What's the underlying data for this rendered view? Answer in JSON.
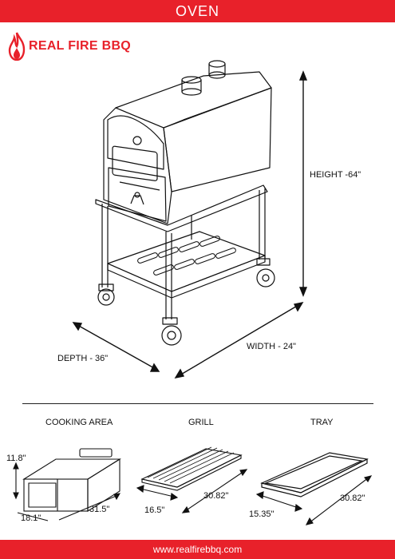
{
  "header": {
    "title": "OVEN"
  },
  "brand": {
    "name": "REAL FIRE BBQ",
    "accent_color": "#e8212a"
  },
  "oven_dimensions": {
    "height": "HEIGHT -64\"",
    "width": "WIDTH - 24\"",
    "depth": "DEPTH - 36\""
  },
  "sections": {
    "cooking_area": {
      "title": "COOKING AREA",
      "dim_height": "11.8\"",
      "dim_width": "18.1\"",
      "dim_depth": "31.5\""
    },
    "grill": {
      "title": "GRILL",
      "dim_short": "16.5\"",
      "dim_long": "30.82\""
    },
    "tray": {
      "title": "TRAY",
      "dim_short": "15.35\"",
      "dim_long": "30.82\""
    }
  },
  "footer": {
    "url": "www.realfirebbq.com"
  }
}
